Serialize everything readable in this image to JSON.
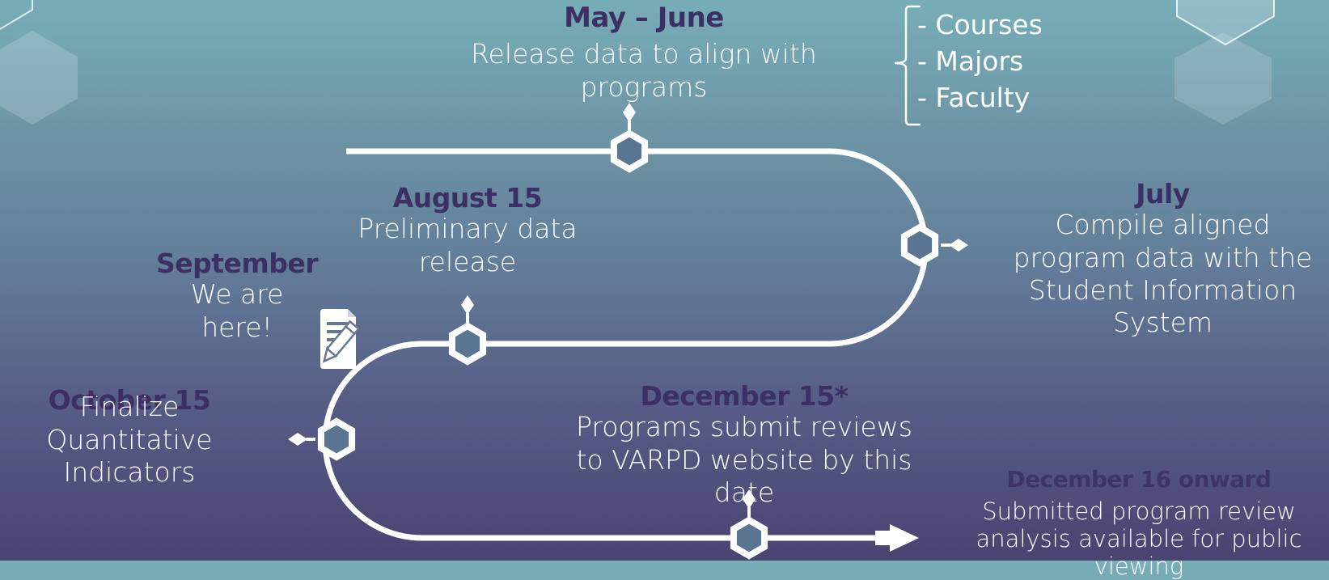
{
  "colors": {
    "background_top": "#77aeb8",
    "background_bottom": "#4a4372",
    "date_text": "#3b2f63",
    "description_text": "#ffffff",
    "road": "#ffffff",
    "marker_fill": "#5a7592"
  },
  "milestones": [
    {
      "date": "May – June",
      "description": "Release data to align with programs"
    },
    {
      "date": "July",
      "description": "Compile aligned program data with the Student Information System"
    },
    {
      "date": "August 15",
      "description": "Preliminary data release"
    },
    {
      "date": "September",
      "description": "We are here!"
    },
    {
      "date": "October 15",
      "description": "Finalize Quantitative Indicators"
    },
    {
      "date": "December 15*",
      "description": "Programs submit reviews to VARPD website by this date"
    },
    {
      "date": "December 16 onward",
      "description": "Submitted program review analysis available for public viewing"
    }
  ],
  "align_items": [
    "- Courses",
    "- Majors",
    "- Faculty"
  ],
  "icons": {
    "current_position": "note-with-pencil-icon",
    "decoration": "hexagon-icon",
    "marker": "hexagon-marker-icon",
    "end": "arrow-right-icon"
  }
}
